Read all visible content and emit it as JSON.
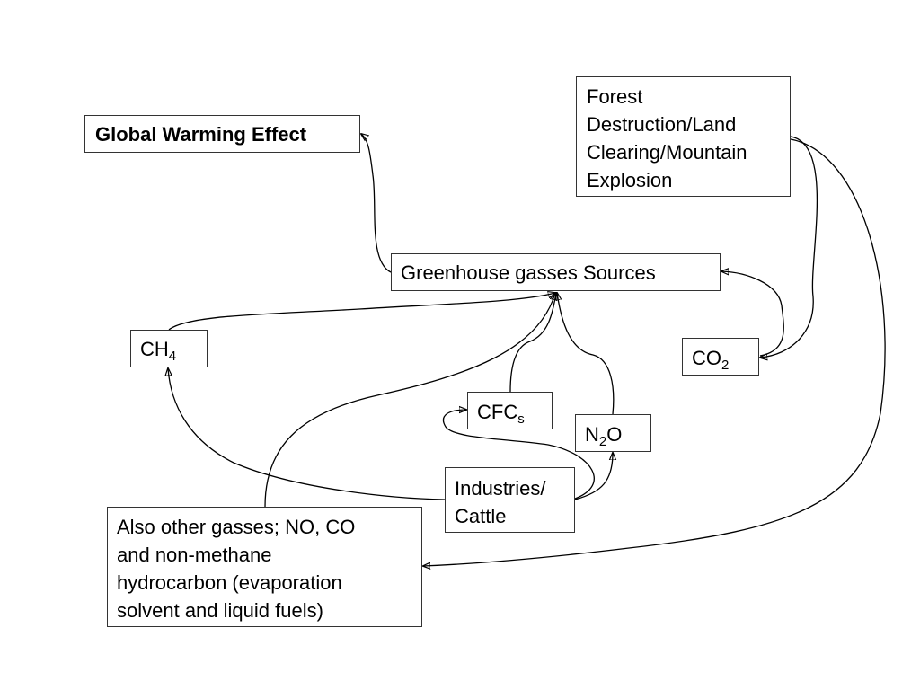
{
  "nodes": {
    "global_warming": "Global Warming Effect",
    "forest": [
      "Forest",
      "Destruction/Land",
      "Clearing/Mountain",
      "Explosion"
    ],
    "greenhouse": "Greenhouse gasses Sources",
    "ch4": {
      "base": "CH",
      "sub": "4"
    },
    "co2": {
      "base": "CO",
      "sub": "2"
    },
    "cfc": {
      "base": "CFC",
      "sub": "s"
    },
    "n2o": {
      "pre": "N",
      "sub": "2",
      "post": "O"
    },
    "industries": [
      "Industries/",
      "Cattle"
    ],
    "other": [
      "Also other gasses; NO, CO",
      "and non-methane",
      "hydrocarbon (evaporation",
      "solvent and liquid fuels)"
    ]
  }
}
